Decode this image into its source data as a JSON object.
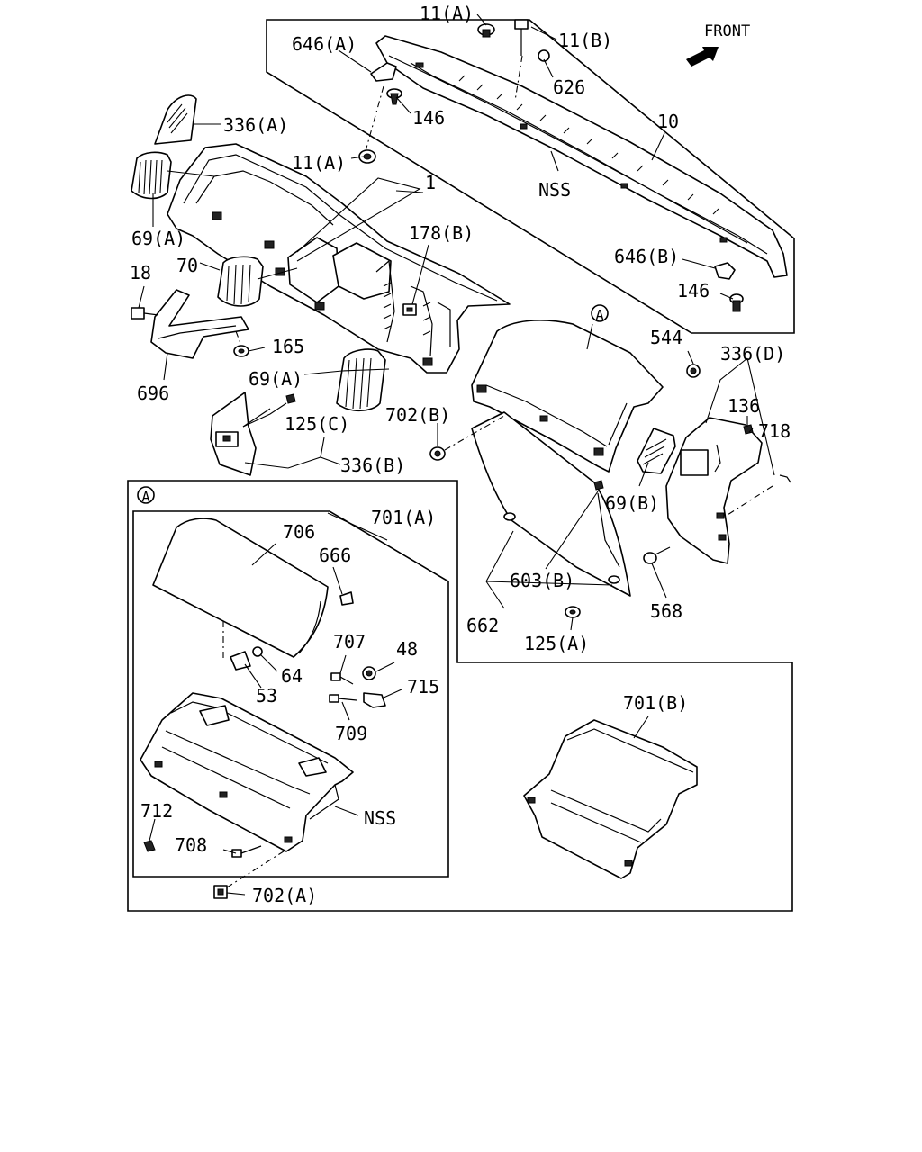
{
  "diagram": {
    "front_label": "FRONT",
    "callout_marker": "A",
    "labels": {
      "l_11a_top": "11(A)",
      "l_11b": "11(B)",
      "l_646a": "646(A)",
      "l_626": "626",
      "l_146_top": "146",
      "l_336a": "336(A)",
      "l_10": "10",
      "l_11a_mid": "11(A)",
      "l_nss_top": "NSS",
      "l_1": "1",
      "l_69a_left": "69(A)",
      "l_178b": "178(B)",
      "l_646b": "646(B)",
      "l_18": "18",
      "l_70": "70",
      "l_146_right": "146",
      "l_165": "165",
      "l_544": "544",
      "l_336d": "336(D)",
      "l_69a_mid": "69(A)",
      "l_696": "696",
      "l_136": "136",
      "l_702b": "702(B)",
      "l_125c": "125(C)",
      "l_718": "718",
      "l_336b": "336(B)",
      "l_69b": "69(B)",
      "l_701a": "701(A)",
      "l_706": "706",
      "l_666": "666",
      "l_603b": "603(B)",
      "l_568": "568",
      "l_662": "662",
      "l_125a": "125(A)",
      "l_707": "707",
      "l_48": "48",
      "l_64": "64",
      "l_53": "53",
      "l_715": "715",
      "l_709": "709",
      "l_701b": "701(B)",
      "l_nss_box": "NSS",
      "l_712": "712",
      "l_708": "708",
      "l_702a": "702(A)"
    }
  }
}
